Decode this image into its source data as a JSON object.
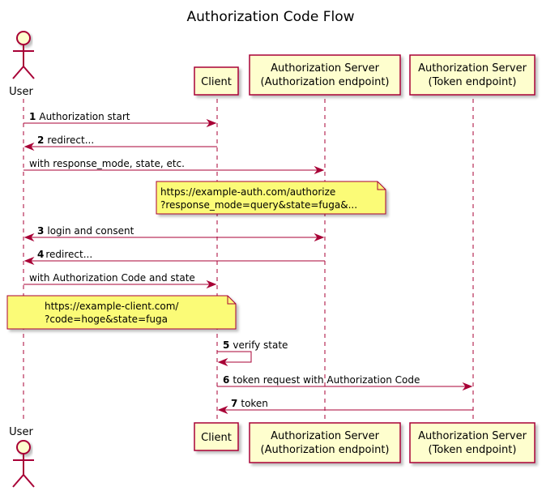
{
  "title": "Authorization Code Flow",
  "colors": {
    "line": "#A80036",
    "participant_fill": "#FEFECE",
    "note_fill": "#FBFB77",
    "note_stroke": "#A80036",
    "background": "#FFFFFF"
  },
  "participants": {
    "user": {
      "label": "User"
    },
    "client": {
      "label": "Client"
    },
    "authz": {
      "line1": "Authorization Server",
      "line2": "(Authorization endpoint)"
    },
    "token": {
      "line1": "Authorization Server",
      "line2": "(Token endpoint)"
    }
  },
  "messages": [
    {
      "num": "1",
      "text": "Authorization start"
    },
    {
      "num": "2",
      "text": "redirect..."
    },
    {
      "num": "",
      "text": "with response_mode, state, etc."
    },
    {
      "num": "3",
      "text": "login and consent"
    },
    {
      "num": "4",
      "text": "redirect..."
    },
    {
      "num": "",
      "text": "with Authorization Code and state"
    },
    {
      "num": "5",
      "text": "verify state"
    },
    {
      "num": "6",
      "text": "token request with Authorization Code"
    },
    {
      "num": "7",
      "text": "token"
    }
  ],
  "notes": [
    {
      "line1": "https://example-auth.com/authorize",
      "line2": "?response_mode=query&state=fuga&..."
    },
    {
      "line1": "https://example-client.com/",
      "line2": "?code=hoge&state=fuga"
    }
  ]
}
